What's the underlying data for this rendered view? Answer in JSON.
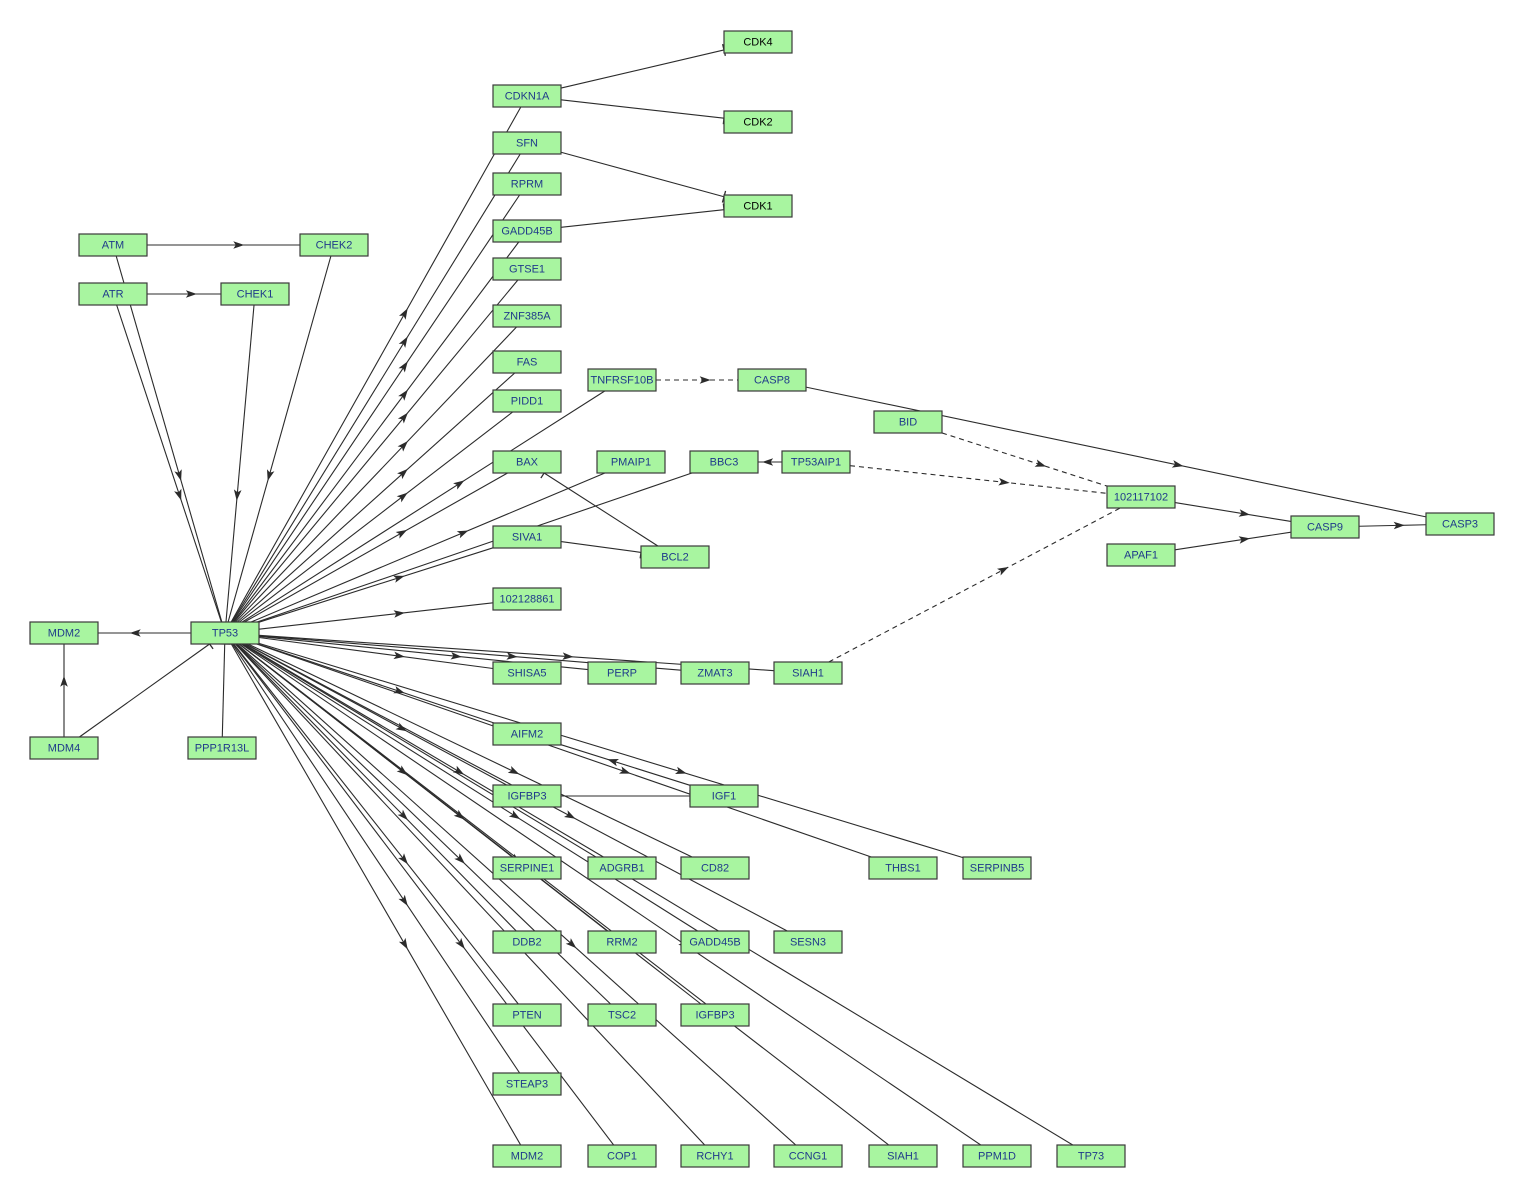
{
  "nodes": [
    {
      "id": "CDK4",
      "label": "CDK4",
      "text_color": "#000000"
    },
    {
      "id": "CDKN1A",
      "label": "CDKN1A"
    },
    {
      "id": "CDK2",
      "label": "CDK2",
      "text_color": "#000000"
    },
    {
      "id": "SFN",
      "label": "SFN"
    },
    {
      "id": "RPRM",
      "label": "RPRM"
    },
    {
      "id": "CDK1",
      "label": "CDK1",
      "text_color": "#000000"
    },
    {
      "id": "GADD45B_top",
      "label": "GADD45B"
    },
    {
      "id": "ATM",
      "label": "ATM"
    },
    {
      "id": "CHEK2",
      "label": "CHEK2"
    },
    {
      "id": "GTSE1",
      "label": "GTSE1"
    },
    {
      "id": "ATR",
      "label": "ATR"
    },
    {
      "id": "CHEK1",
      "label": "CHEK1"
    },
    {
      "id": "ZNF385A",
      "label": "ZNF385A"
    },
    {
      "id": "FAS",
      "label": "FAS"
    },
    {
      "id": "TNFRSF10B",
      "label": "TNFRSF10B"
    },
    {
      "id": "CASP8",
      "label": "CASP8"
    },
    {
      "id": "PIDD1",
      "label": "PIDD1"
    },
    {
      "id": "BID",
      "label": "BID"
    },
    {
      "id": "BAX",
      "label": "BAX"
    },
    {
      "id": "PMAIP1",
      "label": "PMAIP1"
    },
    {
      "id": "BBC3",
      "label": "BBC3"
    },
    {
      "id": "TP53AIP1",
      "label": "TP53AIP1"
    },
    {
      "id": "N102117102",
      "label": "102117102"
    },
    {
      "id": "CASP9",
      "label": "CASP9"
    },
    {
      "id": "CASP3",
      "label": "CASP3"
    },
    {
      "id": "SIVA1",
      "label": "SIVA1"
    },
    {
      "id": "BCL2",
      "label": "BCL2"
    },
    {
      "id": "APAF1",
      "label": "APAF1"
    },
    {
      "id": "N102128861",
      "label": "102128861"
    },
    {
      "id": "MDM2_left",
      "label": "MDM2"
    },
    {
      "id": "TP53",
      "label": "TP53"
    },
    {
      "id": "SHISA5",
      "label": "SHISA5"
    },
    {
      "id": "PERP",
      "label": "PERP"
    },
    {
      "id": "ZMAT3",
      "label": "ZMAT3"
    },
    {
      "id": "SIAH1_mid",
      "label": "SIAH1"
    },
    {
      "id": "AIFM2",
      "label": "AIFM2"
    },
    {
      "id": "MDM4",
      "label": "MDM4"
    },
    {
      "id": "PPP1R13L",
      "label": "PPP1R13L"
    },
    {
      "id": "IGFBP3_a",
      "label": "IGFBP3"
    },
    {
      "id": "IGF1",
      "label": "IGF1"
    },
    {
      "id": "SERPINE1",
      "label": "SERPINE1"
    },
    {
      "id": "ADGRB1",
      "label": "ADGRB1"
    },
    {
      "id": "CD82",
      "label": "CD82"
    },
    {
      "id": "THBS1",
      "label": "THBS1"
    },
    {
      "id": "SERPINB5",
      "label": "SERPINB5"
    },
    {
      "id": "DDB2",
      "label": "DDB2"
    },
    {
      "id": "RRM2",
      "label": "RRM2"
    },
    {
      "id": "GADD45B_bot",
      "label": "GADD45B"
    },
    {
      "id": "SESN3",
      "label": "SESN3"
    },
    {
      "id": "PTEN",
      "label": "PTEN"
    },
    {
      "id": "TSC2",
      "label": "TSC2"
    },
    {
      "id": "IGFBP3_b",
      "label": "IGFBP3"
    },
    {
      "id": "STEAP3",
      "label": "STEAP3"
    },
    {
      "id": "MDM2_bot",
      "label": "MDM2"
    },
    {
      "id": "COP1",
      "label": "COP1"
    },
    {
      "id": "RCHY1",
      "label": "RCHY1"
    },
    {
      "id": "CCNG1",
      "label": "CCNG1"
    },
    {
      "id": "SIAH1_bot",
      "label": "SIAH1"
    },
    {
      "id": "PPM1D",
      "label": "PPM1D"
    },
    {
      "id": "TP73",
      "label": "TP73"
    }
  ],
  "edges": [
    {
      "from": "CDKN1A",
      "to": "CDK4",
      "type": "inhibition"
    },
    {
      "from": "CDKN1A",
      "to": "CDK2",
      "type": "inhibition"
    },
    {
      "from": "SFN",
      "to": "CDK1",
      "type": "inhibition"
    },
    {
      "from": "GADD45B_top",
      "to": "CDK1",
      "type": "inhibition"
    },
    {
      "from": "ATM",
      "to": "CHEK2",
      "type": "activation"
    },
    {
      "from": "ATR",
      "to": "CHEK1",
      "type": "activation"
    },
    {
      "from": "ATM",
      "to": "TP53",
      "type": "activation"
    },
    {
      "from": "ATR",
      "to": "TP53",
      "type": "activation"
    },
    {
      "from": "CHEK2",
      "to": "TP53",
      "type": "activation"
    },
    {
      "from": "CHEK1",
      "to": "TP53",
      "type": "activation"
    },
    {
      "from": "TP53",
      "to": "CDKN1A",
      "type": "activation"
    },
    {
      "from": "TP53",
      "to": "SFN",
      "type": "activation"
    },
    {
      "from": "TP53",
      "to": "RPRM",
      "type": "activation"
    },
    {
      "from": "TP53",
      "to": "GADD45B_top",
      "type": "activation"
    },
    {
      "from": "TP53",
      "to": "GTSE1",
      "type": "activation"
    },
    {
      "from": "TP53",
      "to": "ZNF385A",
      "type": "activation"
    },
    {
      "from": "TP53",
      "to": "FAS",
      "type": "activation"
    },
    {
      "from": "TP53",
      "to": "PIDD1",
      "type": "activation"
    },
    {
      "from": "TP53",
      "to": "TNFRSF10B",
      "type": "activation"
    },
    {
      "from": "TP53",
      "to": "BAX",
      "type": "activation"
    },
    {
      "from": "TP53",
      "to": "PMAIP1",
      "type": "activation"
    },
    {
      "from": "TP53",
      "to": "BBC3",
      "type": "activation"
    },
    {
      "from": "TP53",
      "to": "SIVA1",
      "type": "activation"
    },
    {
      "from": "TP53",
      "to": "N102128861",
      "type": "activation"
    },
    {
      "from": "TP53",
      "to": "SHISA5",
      "type": "activation"
    },
    {
      "from": "TP53",
      "to": "PERP",
      "type": "activation"
    },
    {
      "from": "TP53",
      "to": "ZMAT3",
      "type": "activation"
    },
    {
      "from": "TP53",
      "to": "SIAH1_mid",
      "type": "activation"
    },
    {
      "from": "TP53",
      "to": "AIFM2",
      "type": "activation"
    },
    {
      "from": "TP53",
      "to": "IGFBP3_a",
      "type": "activation"
    },
    {
      "from": "TP53",
      "to": "SERPINE1",
      "type": "activation"
    },
    {
      "from": "TP53",
      "to": "ADGRB1",
      "type": "activation"
    },
    {
      "from": "TP53",
      "to": "CD82",
      "type": "activation"
    },
    {
      "from": "TP53",
      "to": "THBS1",
      "type": "activation"
    },
    {
      "from": "TP53",
      "to": "SERPINB5",
      "type": "activation"
    },
    {
      "from": "TP53",
      "to": "DDB2",
      "type": "activation"
    },
    {
      "from": "TP53",
      "to": "RRM2",
      "type": "activation"
    },
    {
      "from": "TP53",
      "to": "GADD45B_bot",
      "type": "activation"
    },
    {
      "from": "TP53",
      "to": "SESN3",
      "type": "activation"
    },
    {
      "from": "TP53",
      "to": "PTEN",
      "type": "activation"
    },
    {
      "from": "TP53",
      "to": "TSC2",
      "type": "activation"
    },
    {
      "from": "TP53",
      "to": "IGFBP3_b",
      "type": "activation"
    },
    {
      "from": "TP53",
      "to": "STEAP3",
      "type": "activation"
    },
    {
      "from": "TP53",
      "to": "MDM2_bot",
      "type": "activation"
    },
    {
      "from": "TP53",
      "to": "COP1",
      "type": "activation"
    },
    {
      "from": "TP53",
      "to": "RCHY1",
      "type": "activation"
    },
    {
      "from": "TP53",
      "to": "CCNG1",
      "type": "activation"
    },
    {
      "from": "TP53",
      "to": "SIAH1_bot",
      "type": "activation"
    },
    {
      "from": "TP53",
      "to": "PPM1D",
      "type": "activation"
    },
    {
      "from": "TP53",
      "to": "TP73",
      "type": "activation"
    },
    {
      "from": "TP53",
      "to": "MDM2_left",
      "type": "activation"
    },
    {
      "from": "MDM4",
      "to": "MDM2_left",
      "type": "activation"
    },
    {
      "from": "MDM4",
      "to": "TP53",
      "type": "inhibition"
    },
    {
      "from": "PPP1R13L",
      "to": "TP53",
      "type": "inhibition"
    },
    {
      "from": "TNFRSF10B",
      "to": "CASP8",
      "type": "indirect"
    },
    {
      "from": "CASP8",
      "to": "CASP3",
      "type": "activation"
    },
    {
      "from": "BID",
      "to": "N102117102",
      "type": "indirect"
    },
    {
      "from": "TP53AIP1",
      "to": "N102117102",
      "type": "indirect"
    },
    {
      "from": "SIAH1_mid",
      "to": "N102117102",
      "type": "indirect"
    },
    {
      "from": "TP53AIP1",
      "to": "BBC3",
      "type": "activation"
    },
    {
      "from": "N102117102",
      "to": "CASP9",
      "type": "activation"
    },
    {
      "from": "APAF1",
      "to": "CASP9",
      "type": "activation"
    },
    {
      "from": "CASP9",
      "to": "CASP3",
      "type": "activation"
    },
    {
      "from": "SIVA1",
      "to": "BCL2",
      "type": "inhibition"
    },
    {
      "from": "BCL2",
      "to": "BAX",
      "type": "inhibition"
    },
    {
      "from": "IGFBP3_a",
      "to": "IGF1",
      "type": "inhibition"
    },
    {
      "from": "IGF1",
      "to": "AIFM2",
      "type": "activation"
    }
  ]
}
